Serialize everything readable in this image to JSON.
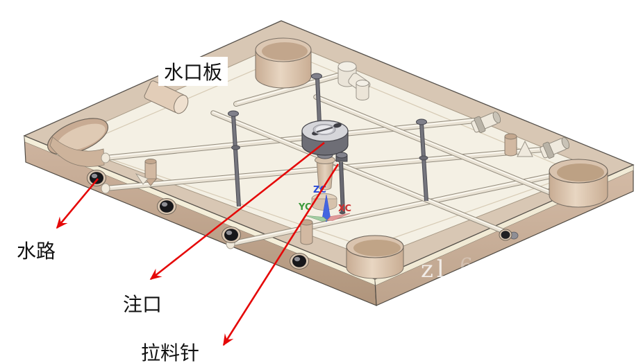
{
  "view": {
    "type": "3d-cad-isometric-view",
    "subject": "injection mold runner/stripper plate with cooling pipes, sprue bushing and puller pin",
    "background": "#ffffff"
  },
  "labels": {
    "plate": "水口板",
    "water_channel": "水路",
    "sprue_gate": "注口",
    "puller_pin": "拉料针"
  },
  "annotations": [
    {
      "label": "水口板",
      "points_to": "the whole plate",
      "has_arrow": false
    },
    {
      "label": "水路",
      "points_to": "cooling-water port on front-left edge",
      "has_arrow": true
    },
    {
      "label": "注口",
      "points_to": "sprue bushing / locating ring at plate center",
      "has_arrow": true
    },
    {
      "label": "拉料针",
      "points_to": "sprue puller pin beside the sprue",
      "has_arrow": true
    }
  ],
  "coordinate_triad": {
    "x_label": "XC",
    "y_label": "YC",
    "z_label": "ZC",
    "x_color": "#cc3333",
    "y_color": "#3d9a3d",
    "z_color": "#2a4bd7"
  },
  "watermark": {
    "text": "zl",
    "faint_text": "6"
  },
  "colors": {
    "plate_border_band": "#d8c7b4",
    "pocket_floor": "#f4f0e4",
    "front_left_face": "#c2a58f",
    "front_right_face": "#ccb29d",
    "edge_strip": "#f4eed9",
    "pipe": "#e9e2d4",
    "cylinder_body": "#ddc8b4",
    "metal_dark": "#6e6e76",
    "annotation_red": "#e50808"
  }
}
